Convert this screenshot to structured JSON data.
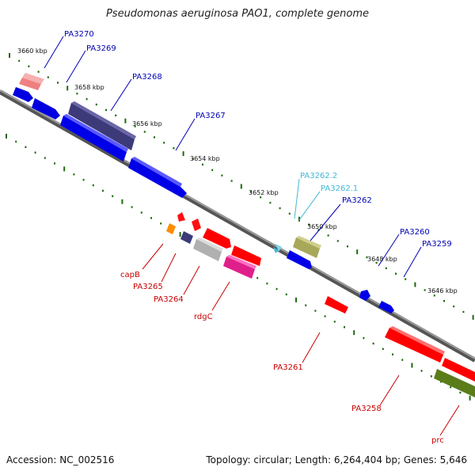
{
  "title": "Pseudomonas aeruginosa PAO1, complete genome",
  "footer": {
    "accession_label": "Accession:",
    "accession_value": "NC_002516",
    "topology_text": "Topology: circular; Length: 6,264,404 bp; Genes: 5,646"
  },
  "colors": {
    "backbone": "#808080",
    "tick": "#1d6b0b",
    "forward_label": "#0000b4",
    "reverse_label": "#c80000",
    "rna_label": "#3fb8d6",
    "ruler_text": "#111111"
  },
  "ruler_labels": [
    "3660 kbp",
    "3658 kbp",
    "3656 kbp",
    "3654 kbp",
    "3652 kbp",
    "3650 kbp",
    "3648 kbp",
    "3646 kbp"
  ],
  "gene_labels": {
    "forward": [
      "PA3270",
      "PA3269",
      "PA3268",
      "PA3267",
      "PA3262",
      "PA3260",
      "PA3259"
    ],
    "rna": [
      "PA3262.2",
      "PA3262.1"
    ],
    "reverse": [
      "capB",
      "PA3265",
      "PA3264",
      "rdgC",
      "PA3261",
      "PA3258",
      "prc"
    ]
  },
  "legend_note": ""
}
